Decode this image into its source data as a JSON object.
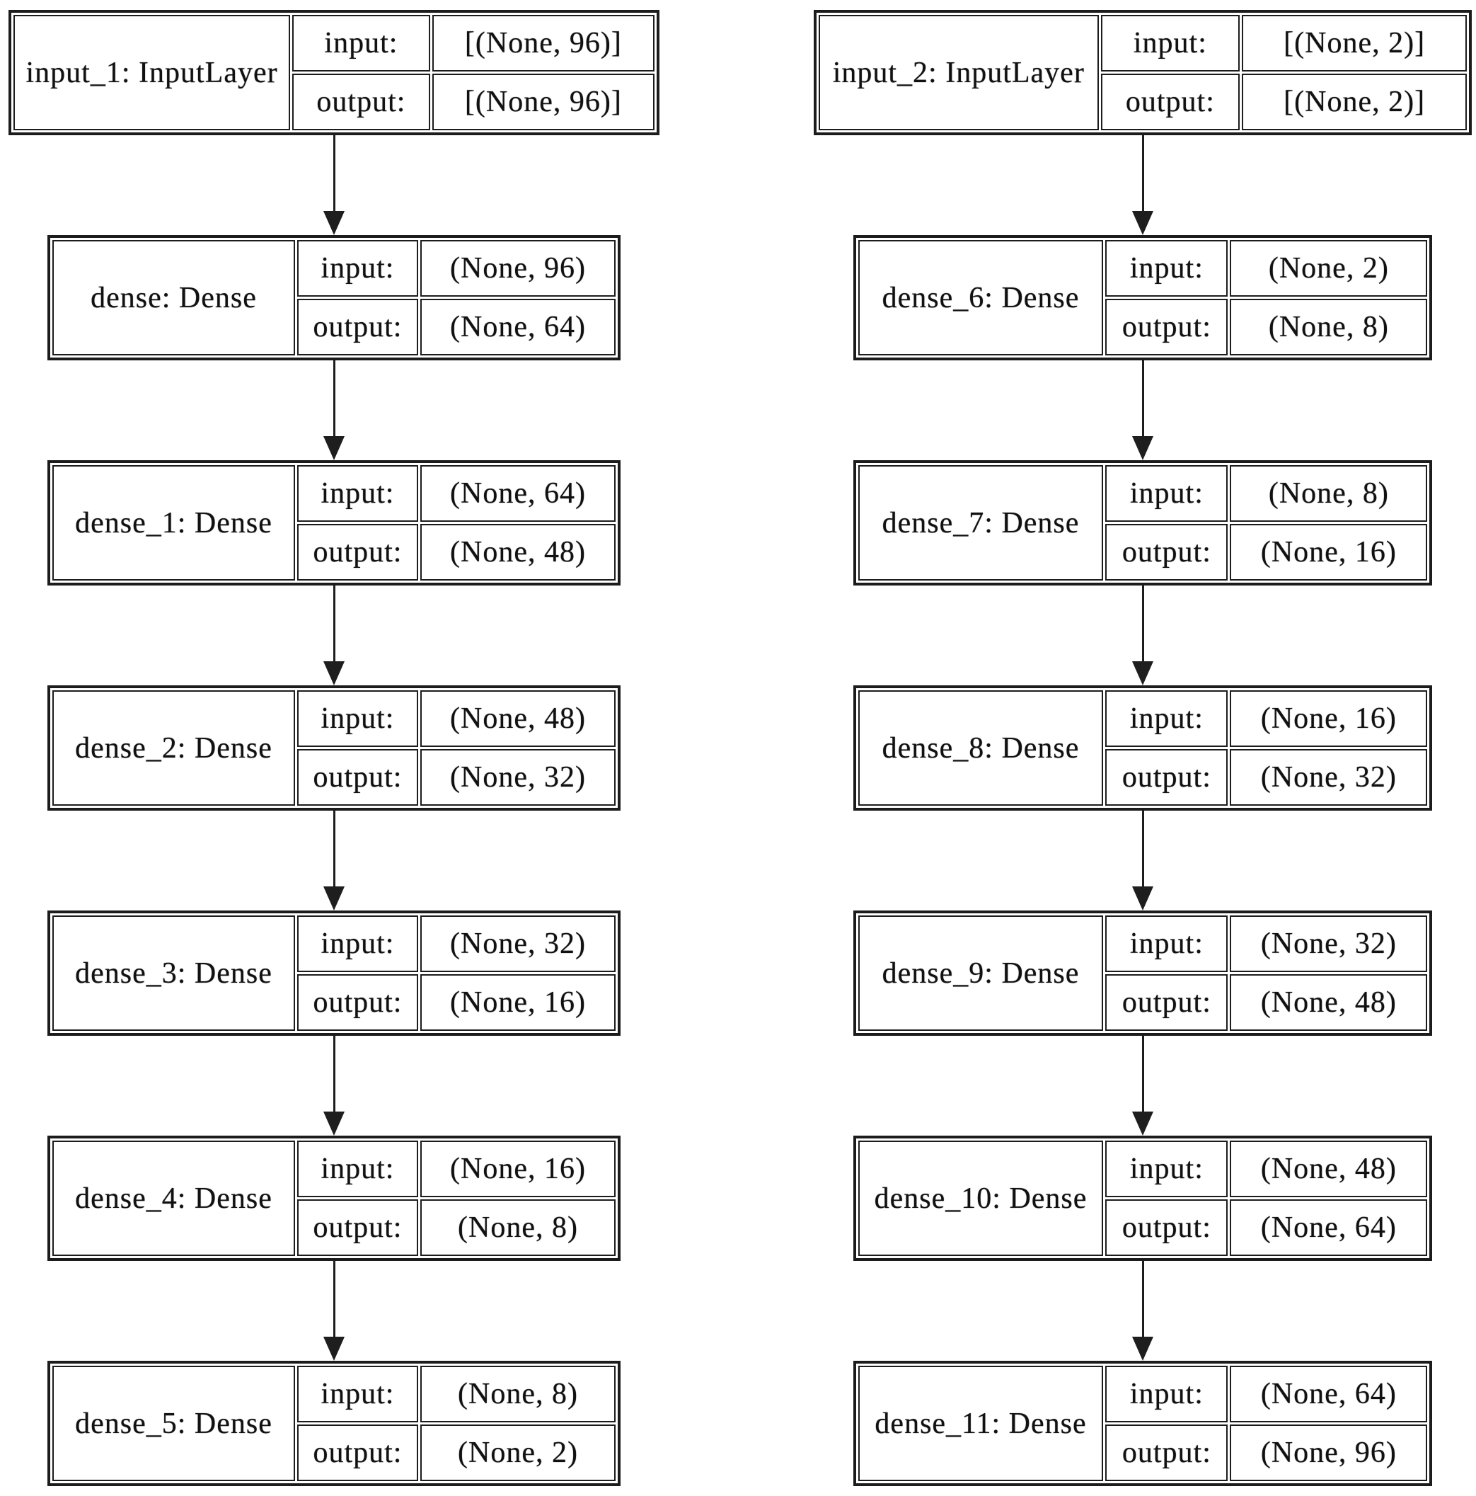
{
  "diagram": {
    "kind": "keras-model-plot",
    "labels": {
      "input": "input:",
      "output": "output:"
    },
    "colors": {
      "background": "#ffffff",
      "border": "#1c1c1c",
      "text": "#111111"
    },
    "models": [
      {
        "name": "left-model",
        "layers": [
          {
            "name": "input_1: InputLayer",
            "input_shape": "[(None, 96)]",
            "output_shape": "[(None, 96)]"
          },
          {
            "name": "dense: Dense",
            "input_shape": "(None, 96)",
            "output_shape": "(None, 64)"
          },
          {
            "name": "dense_1: Dense",
            "input_shape": "(None, 64)",
            "output_shape": "(None, 48)"
          },
          {
            "name": "dense_2: Dense",
            "input_shape": "(None, 48)",
            "output_shape": "(None, 32)"
          },
          {
            "name": "dense_3: Dense",
            "input_shape": "(None, 32)",
            "output_shape": "(None, 16)"
          },
          {
            "name": "dense_4: Dense",
            "input_shape": "(None, 16)",
            "output_shape": "(None, 8)"
          },
          {
            "name": "dense_5: Dense",
            "input_shape": "(None, 8)",
            "output_shape": "(None, 2)"
          }
        ]
      },
      {
        "name": "right-model",
        "layers": [
          {
            "name": "input_2: InputLayer",
            "input_shape": "[(None, 2)]",
            "output_shape": "[(None, 2)]"
          },
          {
            "name": "dense_6: Dense",
            "input_shape": "(None, 2)",
            "output_shape": "(None, 8)"
          },
          {
            "name": "dense_7: Dense",
            "input_shape": "(None, 8)",
            "output_shape": "(None, 16)"
          },
          {
            "name": "dense_8: Dense",
            "input_shape": "(None, 16)",
            "output_shape": "(None, 32)"
          },
          {
            "name": "dense_9: Dense",
            "input_shape": "(None, 32)",
            "output_shape": "(None, 48)"
          },
          {
            "name": "dense_10: Dense",
            "input_shape": "(None, 48)",
            "output_shape": "(None, 64)"
          },
          {
            "name": "dense_11: Dense",
            "input_shape": "(None, 64)",
            "output_shape": "(None, 96)"
          }
        ]
      }
    ]
  }
}
